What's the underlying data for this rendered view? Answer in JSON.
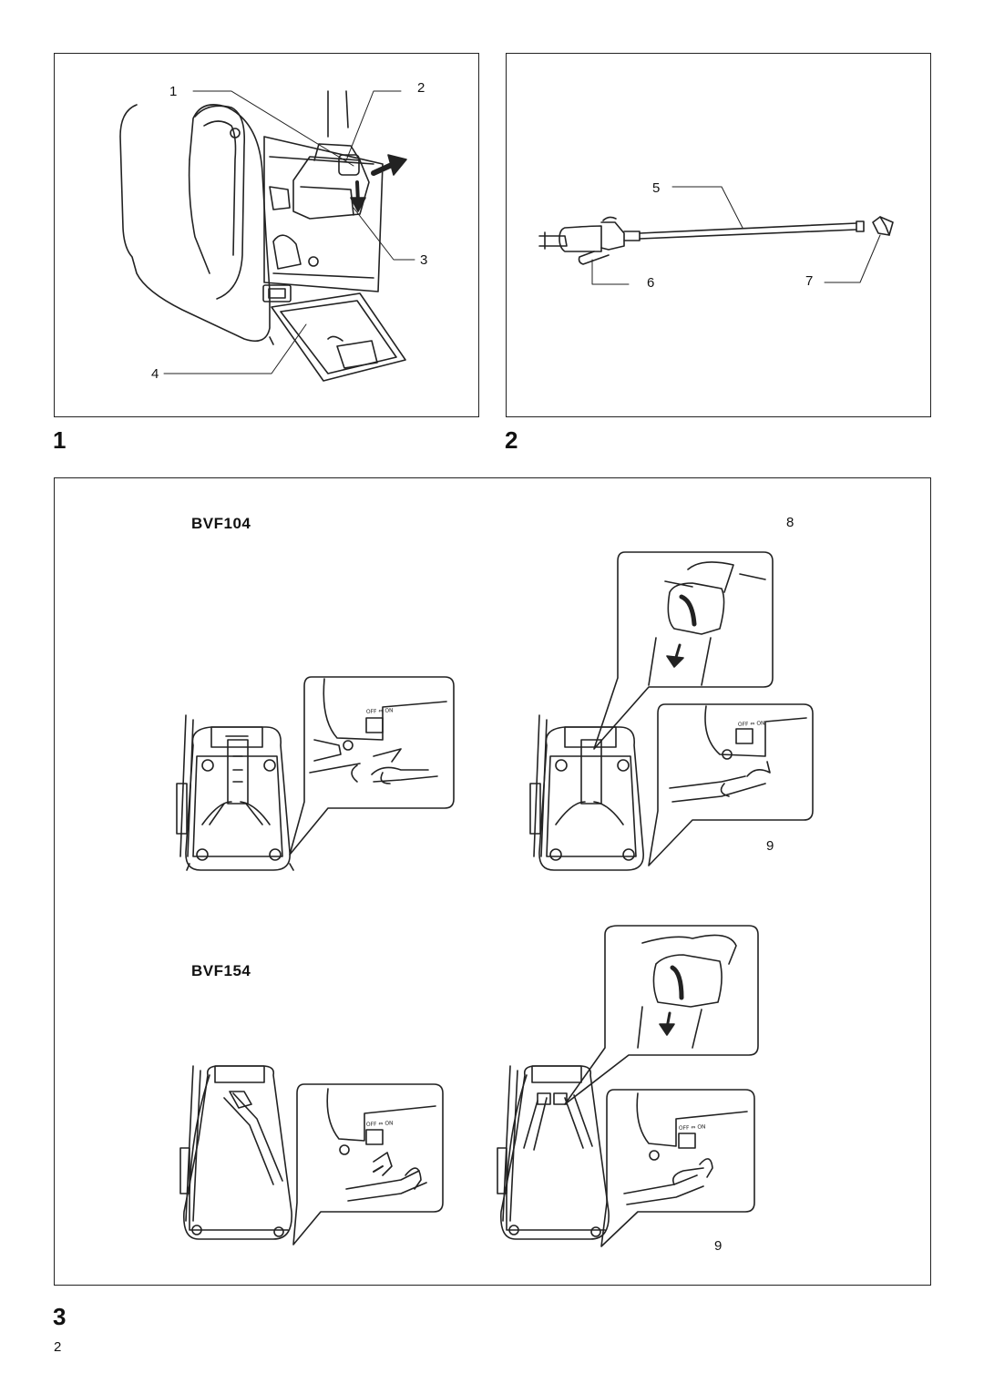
{
  "figures": {
    "fig1": {
      "number": "1",
      "callouts": [
        "1",
        "2",
        "3",
        "4"
      ]
    },
    "fig2": {
      "number": "2",
      "callouts": [
        "5",
        "6",
        "7"
      ]
    },
    "fig3": {
      "number": "3",
      "model_a": "BVF104",
      "model_b": "BVF154",
      "callouts": {
        "c8": "8",
        "c9a": "9",
        "c9b": "9"
      },
      "switch_label": "OFF ⇔ ON"
    }
  },
  "page_number": "2",
  "colors": {
    "line": "#222222",
    "background": "#ffffff"
  }
}
